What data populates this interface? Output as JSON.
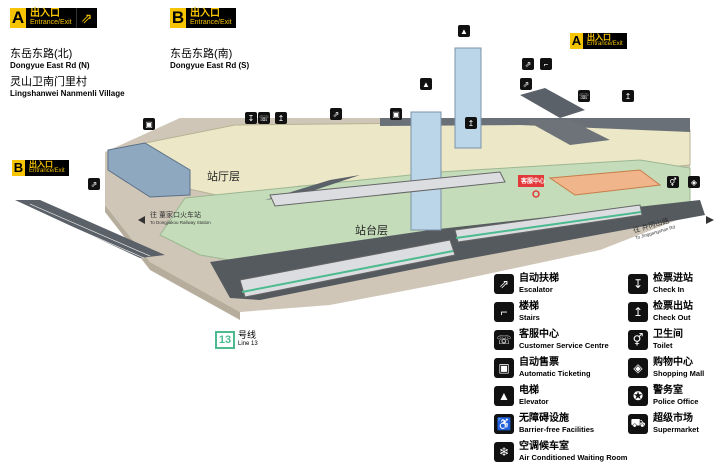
{
  "entrances": {
    "a_left": {
      "letter": "A",
      "cn": "出入口",
      "en": "Entrance/Exit",
      "icon": "escalator-icon"
    },
    "b_top": {
      "letter": "B",
      "cn": "出入口",
      "en": "Entrance/Exit"
    },
    "a_right": {
      "letter": "A",
      "cn": "出入口",
      "en": "Entrance/Exit"
    },
    "b_left": {
      "letter": "B",
      "cn": "出入口",
      "en": "Entrance/Exit"
    }
  },
  "roads": {
    "a_road1_cn": "东岳东路(北)",
    "a_road1_en": "Dongyue East Rd (N)",
    "a_road2_cn": "灵山卫南门里村",
    "a_road2_en": "Lingshanwei Nanmenli Village",
    "b_road_cn": "东岳东路(南)",
    "b_road_en": "Dongyue East Rd (S)"
  },
  "floors": {
    "concourse": "站厅层",
    "platform": "站台层"
  },
  "directions": {
    "left_cn": "往 董家口火车站",
    "left_en": "To Dongjiakou Railway Station",
    "right_cn": "往 井冈山路",
    "right_en": "To Jinggangshan Rd"
  },
  "service_centre_sign": "客服中心",
  "line": {
    "number": "13",
    "cn": "号线",
    "en": "Line 13",
    "color": "#4dbb8f"
  },
  "colors": {
    "concourse": "#ece7c6",
    "platform": "#c4dcb9",
    "ground": "#cfc6b7",
    "dark": "#555a5f",
    "accent": "#f6c400"
  },
  "legend_left": [
    {
      "icon": "escalator-icon",
      "cn": "自动扶梯",
      "en": "Escalator"
    },
    {
      "icon": "stairs-icon",
      "cn": "楼梯",
      "en": "Stairs"
    },
    {
      "icon": "customer-service-icon",
      "cn": "客服中心",
      "en": "Customer Service Centre"
    },
    {
      "icon": "ticket-machine-icon",
      "cn": "自动售票",
      "en": "Automatic Ticketing"
    },
    {
      "icon": "elevator-icon",
      "cn": "电梯",
      "en": "Elevator"
    },
    {
      "icon": "wheelchair-icon",
      "cn": "无障碍设施",
      "en": "Barrier-free Facilities"
    },
    {
      "icon": "snowflake-icon",
      "cn": "空调候车室",
      "en": "Air Conditioned Waiting Room"
    }
  ],
  "legend_right": [
    {
      "icon": "check-in-icon",
      "cn": "检票进站",
      "en": "Check In"
    },
    {
      "icon": "check-out-icon",
      "cn": "检票出站",
      "en": "Check Out"
    },
    {
      "icon": "toilet-icon",
      "cn": "卫生间",
      "en": "Toilet"
    },
    {
      "icon": "shopping-bag-icon",
      "cn": "购物中心",
      "en": "Shopping Mall"
    },
    {
      "icon": "police-icon",
      "cn": "警务室",
      "en": "Police Office"
    },
    {
      "icon": "cart-icon",
      "cn": "超级市场",
      "en": "Supermarket"
    }
  ]
}
